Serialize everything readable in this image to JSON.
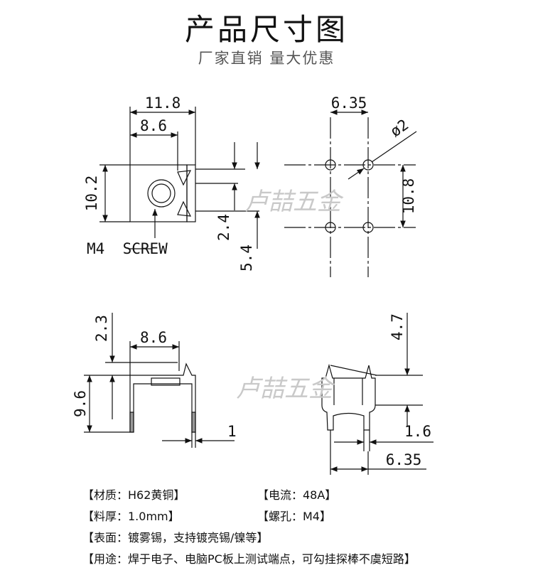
{
  "title": "产品尺寸图",
  "subtitle": "厂家直销  量大优惠",
  "watermark": "卢喆五金",
  "dimensions": {
    "top_width_outer": "11.8",
    "top_width_inner": "8.6",
    "top_height": "10.2",
    "top_gap": "2.4",
    "top_offset": "5.4",
    "screw_label": "M4  SCREW",
    "pin_spacing": "6.35",
    "hole_diameter": "ø2",
    "pin_vertical": "10.8",
    "side_top": "2.3",
    "side_width": "8.6",
    "side_height": "9.6",
    "thickness": "1",
    "front_top": "4.7",
    "pin_width": "1.6",
    "pin_pitch": "6.35"
  },
  "specs": {
    "material": "【材质：H62黄铜】",
    "current": "【电流：48A】",
    "thickness": "【料厚：1.0mm】",
    "screw": "【螺孔：M4】",
    "surface": "【表面：镀雾锡，支持镀亮锡/镍等】",
    "usage": "【用途：焊于电子、电脑PC板上测试端点，可勾挂探棒不虞短路】"
  },
  "colors": {
    "line": "#111111",
    "watermark": "#c9c9c9",
    "subtitle": "#555555"
  }
}
